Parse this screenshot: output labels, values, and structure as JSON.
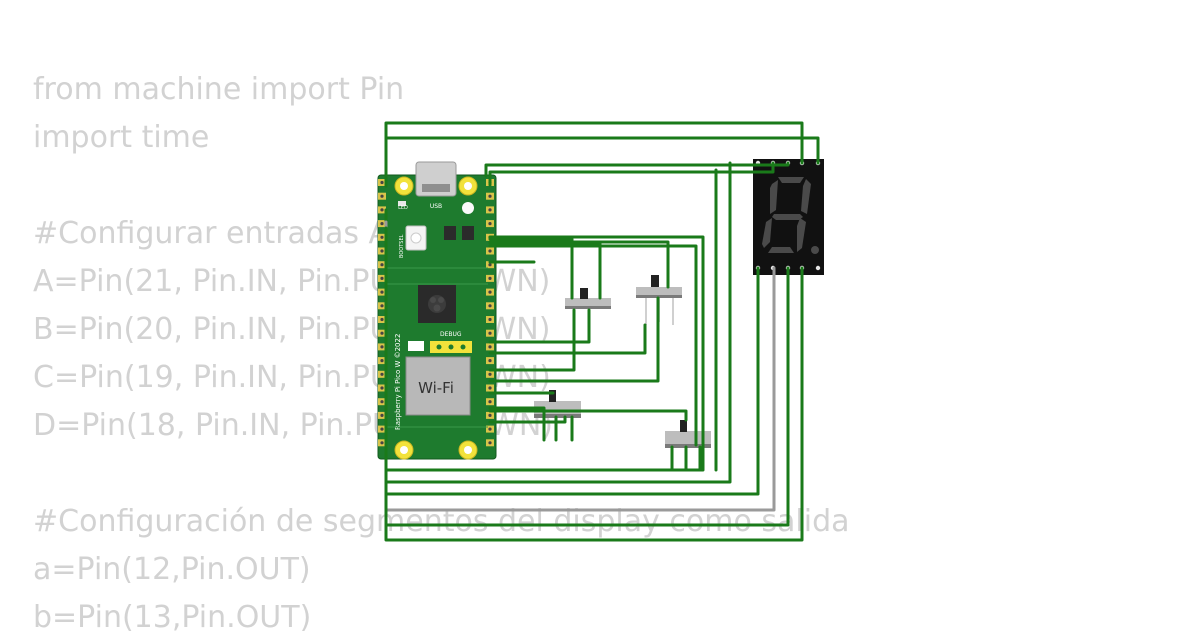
{
  "code_lines": [
    "from machine import Pin",
    "import time",
    "",
    "#Configurar entradas A",
    "A=Pin(21, Pin.IN, Pin.PULL_DOWN)",
    "B=Pin(20, Pin.IN, Pin.PULL_DOWN)",
    "C=Pin(19, Pin.IN, Pin.PULL_DOWN)",
    "D=Pin(18, Pin.IN, Pin.PULL_DOWN)",
    "",
    "#Configuración de segmentos del display como salida",
    "a=Pin(12,Pin.OUT)",
    "b=Pin(13,Pin.OUT)"
  ],
  "board": {
    "led_label": "LED",
    "usb_label": "USB",
    "bootsel_label": "BOOTSEL",
    "debug_label": "DEBUG",
    "wifi_label": "Wi-Fi",
    "model_label": "Raspberry Pi Pico W ©2022"
  },
  "colors": {
    "board": "#1e7b2e",
    "wire": "#1a7a1a",
    "wire_gray": "#9a9a9a",
    "display_body": "#111111",
    "segment_off": "#4a4a4a",
    "code_text": "#d2d2d2"
  }
}
